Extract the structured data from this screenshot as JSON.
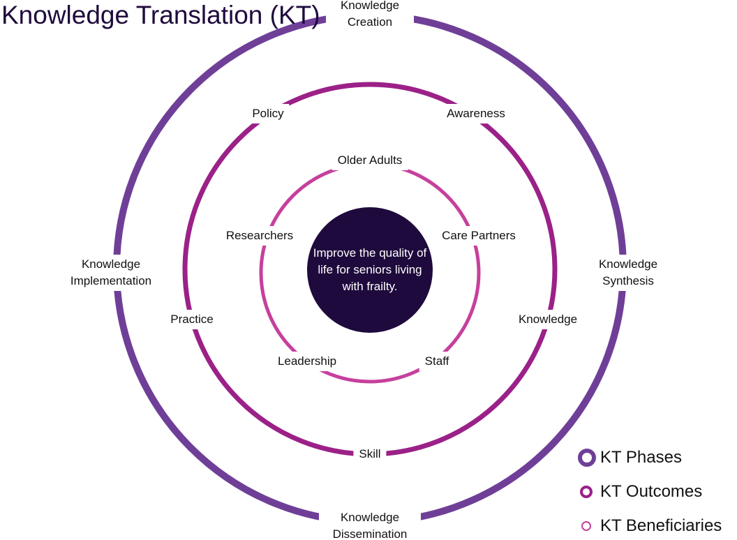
{
  "title": "Knowledge Translation (KT)",
  "colors": {
    "phases": "#6f3f98",
    "outcomes": "#9b2188",
    "beneficiaries": "#c6409c",
    "core": "#1e0a3c"
  },
  "center": "Improve the quality of life for seniors living with frailty.",
  "phases": [
    "Knowledge Creation",
    "Knowledge Synthesis",
    "Knowledge Dissemination",
    "Knowledge Implementation"
  ],
  "outcomes": [
    "Policy",
    "Awareness",
    "Knowledge",
    "Skill",
    "Practice"
  ],
  "beneficiaries": [
    "Older Adults",
    "Care Partners",
    "Staff",
    "Leadership",
    "Researchers"
  ],
  "legend": [
    "KT Phases",
    "KT Outcomes",
    "KT Beneficiaries"
  ]
}
